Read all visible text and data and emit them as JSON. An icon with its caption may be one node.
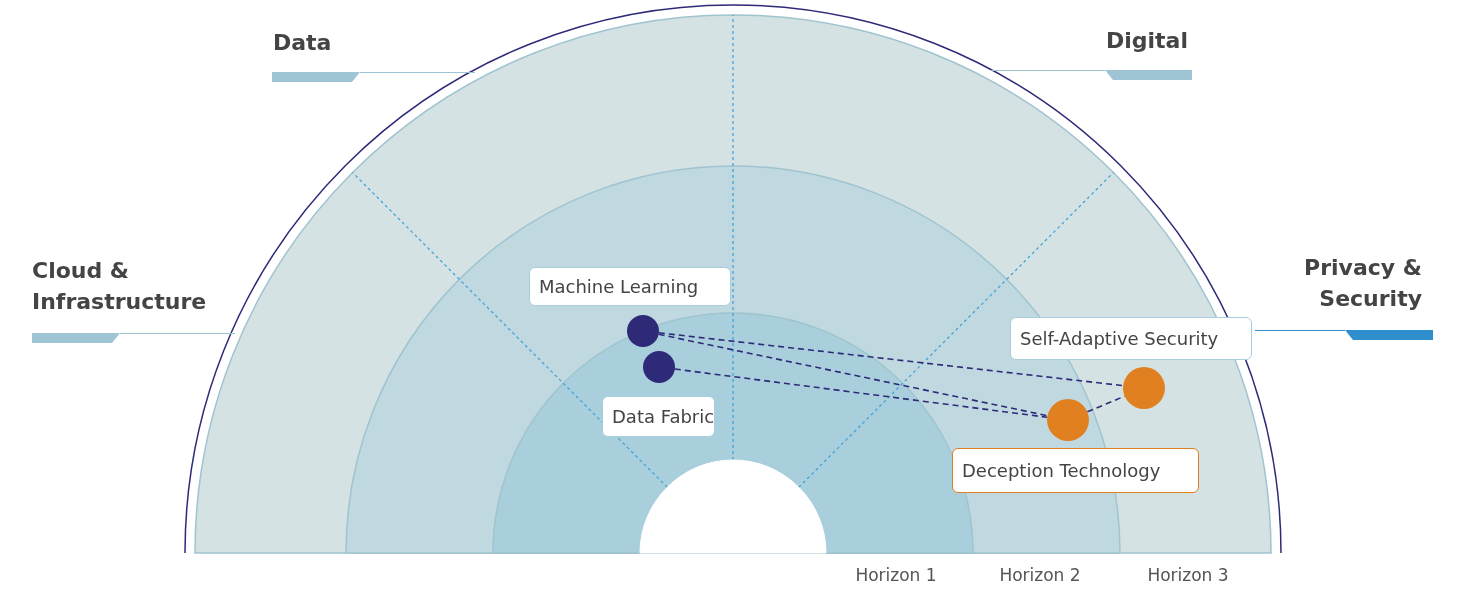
{
  "diagram": {
    "nodes": [
      {
        "text": [
          "Machine Learning"
        ]
      },
      {
        "text": [
          "Data Fabric"
        ]
      },
      {
        "text": [
          "Self-Adaptive Security"
        ]
      },
      {
        "text": [
          "Deception Technology"
        ]
      },
      {
        "text": [],
        "shape": "circle"
      },
      {
        "text": [],
        "shape": "circle"
      },
      {
        "text": [],
        "shape": "circle"
      },
      {
        "text": [],
        "shape": "circle"
      }
    ],
    "edges": [
      {
        "from": 4,
        "to": 6,
        "arrow": "none",
        "style": "dashed"
      },
      {
        "from": 4,
        "to": 7,
        "arrow": "none",
        "style": "dashed"
      },
      {
        "from": 5,
        "to": 7,
        "arrow": "none",
        "style": "dashed"
      },
      {
        "from": 7,
        "to": 6,
        "arrow": "none",
        "style": "dashed"
      }
    ],
    "labels": [
      "Data",
      "Digital",
      "Cloud & Infrastructure",
      "Privacy & Security",
      "Horizon 1",
      "Horizon 2",
      "Horizon 3"
    ]
  }
}
